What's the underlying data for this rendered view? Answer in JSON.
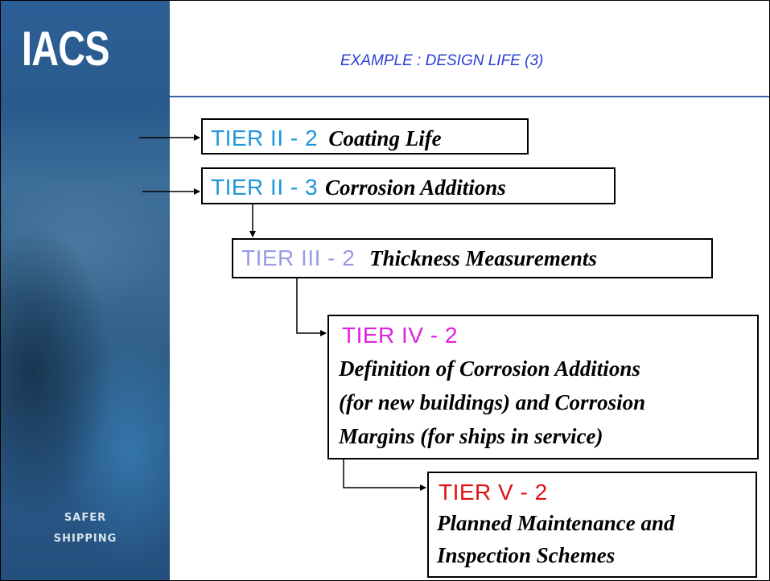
{
  "sidebar": {
    "logo": "IACS",
    "footer_line1": "SAFER",
    "footer_line2": "SHIPPING"
  },
  "slide": {
    "title": "EXAMPLE : DESIGN LIFE (3)"
  },
  "colors": {
    "tier2": "#1e96dc",
    "tier3": "#9a9ae6",
    "tier4": "#e020e0",
    "tier5": "#e01010",
    "title": "#2a3fd1"
  },
  "boxes": [
    {
      "tier": "TIER II - 2",
      "desc": [
        "Coating Life"
      ]
    },
    {
      "tier": "TIER II - 3",
      "desc": [
        "Corrosion Additions"
      ]
    },
    {
      "tier": "TIER III - 2",
      "desc": [
        "Thickness Measurements"
      ]
    },
    {
      "tier": "TIER IV - 2",
      "desc": [
        "Definition of Corrosion Additions",
        "(for new buildings) and Corrosion",
        "Margins (for ships in service)"
      ]
    },
    {
      "tier": "TIER V - 2",
      "desc": [
        "Planned Maintenance and",
        "Inspection Schemes"
      ]
    }
  ]
}
